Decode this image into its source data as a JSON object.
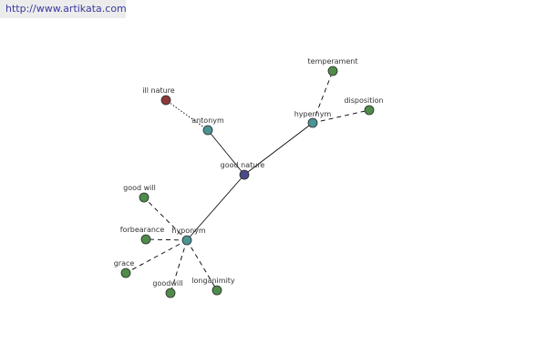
{
  "source": {
    "url_text": "http://www.artikata.com"
  },
  "colors": {
    "center": "#4a4a88",
    "relation": "#4a9494",
    "word": "#4f8c4a",
    "antonym_word": "#8b3a3a"
  },
  "graph": {
    "nodes": [
      {
        "id": "good-nature",
        "label": "good nature",
        "kind": "center"
      },
      {
        "id": "antonym",
        "label": "antonym",
        "kind": "relation"
      },
      {
        "id": "hypernym",
        "label": "hypernym",
        "kind": "relation"
      },
      {
        "id": "hyponym",
        "label": "hyponym",
        "kind": "relation"
      },
      {
        "id": "ill-nature",
        "label": "ill nature",
        "kind": "antonym_word"
      },
      {
        "id": "temperament",
        "label": "temperament",
        "kind": "word"
      },
      {
        "id": "disposition",
        "label": "disposition",
        "kind": "word"
      },
      {
        "id": "good-will-1",
        "label": "good will",
        "kind": "word"
      },
      {
        "id": "forbearance",
        "label": "forbearance",
        "kind": "word"
      },
      {
        "id": "grace",
        "label": "grace",
        "kind": "word"
      },
      {
        "id": "goodwill",
        "label": "goodwill",
        "kind": "word"
      },
      {
        "id": "longanimity",
        "label": "longanimity",
        "kind": "word"
      }
    ],
    "edges": [
      {
        "from": "good-nature",
        "to": "antonym",
        "style": "solid"
      },
      {
        "from": "good-nature",
        "to": "hypernym",
        "style": "solid"
      },
      {
        "from": "good-nature",
        "to": "hyponym",
        "style": "solid"
      },
      {
        "from": "antonym",
        "to": "ill-nature",
        "style": "dotted"
      },
      {
        "from": "hypernym",
        "to": "temperament",
        "style": "dashed"
      },
      {
        "from": "hypernym",
        "to": "disposition",
        "style": "dashed"
      },
      {
        "from": "hyponym",
        "to": "good-will-1",
        "style": "dashed"
      },
      {
        "from": "hyponym",
        "to": "forbearance",
        "style": "dashed"
      },
      {
        "from": "hyponym",
        "to": "grace",
        "style": "dashed"
      },
      {
        "from": "hyponym",
        "to": "goodwill",
        "style": "dashed"
      },
      {
        "from": "hyponym",
        "to": "longanimity",
        "style": "dashed"
      }
    ]
  }
}
